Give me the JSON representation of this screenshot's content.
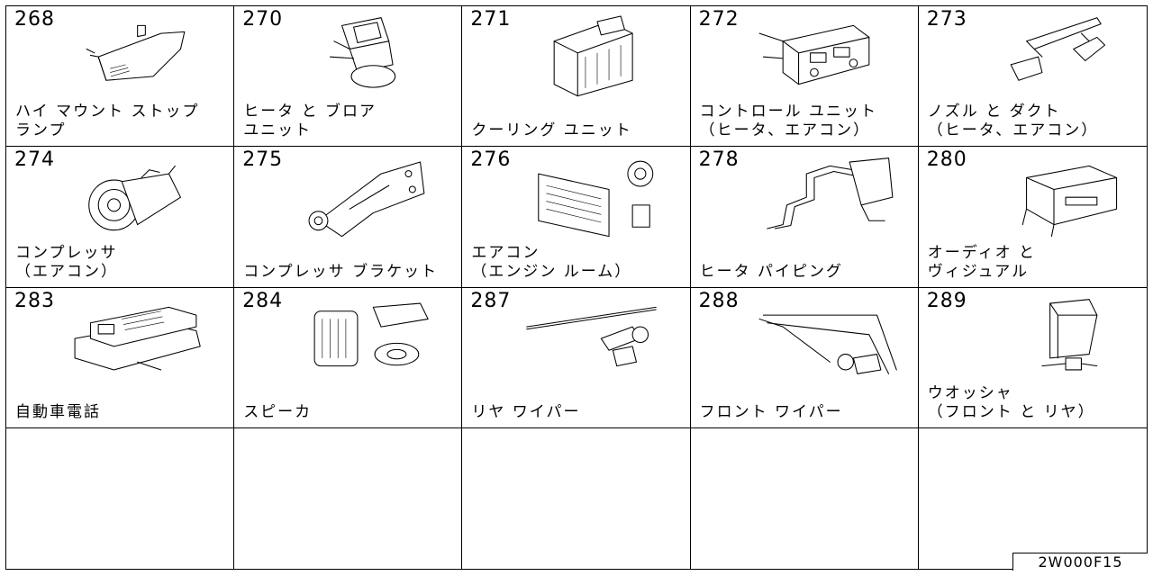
{
  "cells": [
    {
      "num": "268",
      "label": "ハイ マウント ストップ\nランプ",
      "icon": "high-mount-stop-lamp-icon"
    },
    {
      "num": "270",
      "label": "ヒータ と ブロア\nユニット",
      "icon": "heater-blower-unit-icon"
    },
    {
      "num": "271",
      "label": "クーリング ユニット",
      "icon": "cooling-unit-icon"
    },
    {
      "num": "272",
      "label": "コントロール ユニット\n（ヒータ、エアコン）",
      "icon": "control-unit-icon"
    },
    {
      "num": "273",
      "label": "ノズル と ダクト\n（ヒータ、エアコン）",
      "icon": "nozzle-duct-icon"
    },
    {
      "num": "274",
      "label": "コンプレッサ\n（エアコン）",
      "icon": "compressor-icon"
    },
    {
      "num": "275",
      "label": "コンプレッサ ブラケット",
      "icon": "compressor-bracket-icon"
    },
    {
      "num": "276",
      "label": "エアコン\n（エンジン ルーム）",
      "icon": "air-conditioner-engine-room-icon"
    },
    {
      "num": "278",
      "label": "ヒータ パイピング",
      "icon": "heater-piping-icon"
    },
    {
      "num": "280",
      "label": "オーディオ と\nヴィジュアル",
      "icon": "audio-visual-icon"
    },
    {
      "num": "283",
      "label": "自動車電話",
      "icon": "car-phone-icon"
    },
    {
      "num": "284",
      "label": "スピーカ",
      "icon": "speaker-icon"
    },
    {
      "num": "287",
      "label": "リヤ ワイパー",
      "icon": "rear-wiper-icon"
    },
    {
      "num": "288",
      "label": "フロント ワイパー",
      "icon": "front-wiper-icon"
    },
    {
      "num": "289",
      "label": "ウオッシャ\n（フロント と リヤ）",
      "icon": "washer-icon"
    },
    {
      "num": "",
      "label": "",
      "icon": ""
    },
    {
      "num": "",
      "label": "",
      "icon": ""
    },
    {
      "num": "",
      "label": "",
      "icon": ""
    },
    {
      "num": "",
      "label": "",
      "icon": ""
    },
    {
      "num": "",
      "label": "",
      "icon": ""
    }
  ],
  "diagram_code": "2W000F15"
}
